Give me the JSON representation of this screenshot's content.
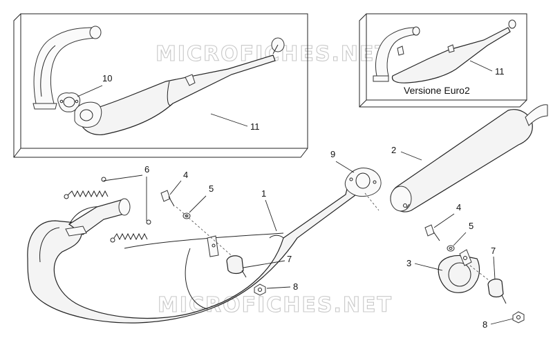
{
  "watermarks": [
    "MICROFICHES.NET",
    "MICROFICHES.NET"
  ],
  "callouts": {
    "c1": "1",
    "c2": "2",
    "c3": "3",
    "c4a": "4",
    "c4b": "4",
    "c5a": "5",
    "c5b": "5",
    "c6": "6",
    "c7a": "7",
    "c7b": "7",
    "c8a": "8",
    "c8b": "8",
    "c9": "9",
    "c10": "10",
    "c11a": "11",
    "c11b": "11"
  },
  "inset_caption": "Versione Euro2"
}
